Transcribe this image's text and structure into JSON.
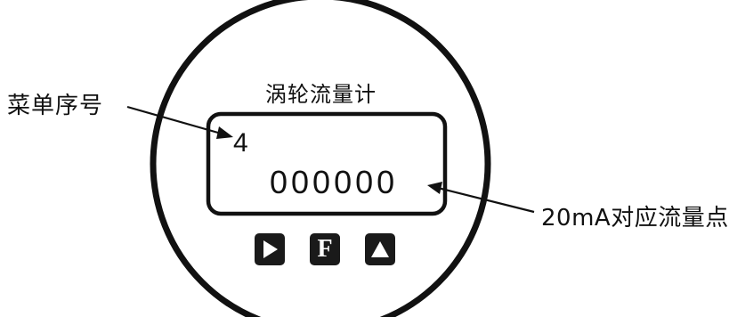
{
  "device": {
    "title": "涡轮流量计",
    "display": {
      "menu_index": "4",
      "value": "000000"
    },
    "keys": [
      {
        "name": "right-arrow-key",
        "icon": "triangle-right-icon"
      },
      {
        "name": "f-key",
        "label": "F"
      },
      {
        "name": "up-arrow-key",
        "icon": "triangle-up-icon"
      }
    ]
  },
  "callouts": {
    "left": "菜单序号",
    "right": "20mA对应流量点"
  },
  "colors": {
    "stroke": "#111111",
    "key_fill": "#1a1a1a",
    "key_glyph": "#ffffff"
  }
}
